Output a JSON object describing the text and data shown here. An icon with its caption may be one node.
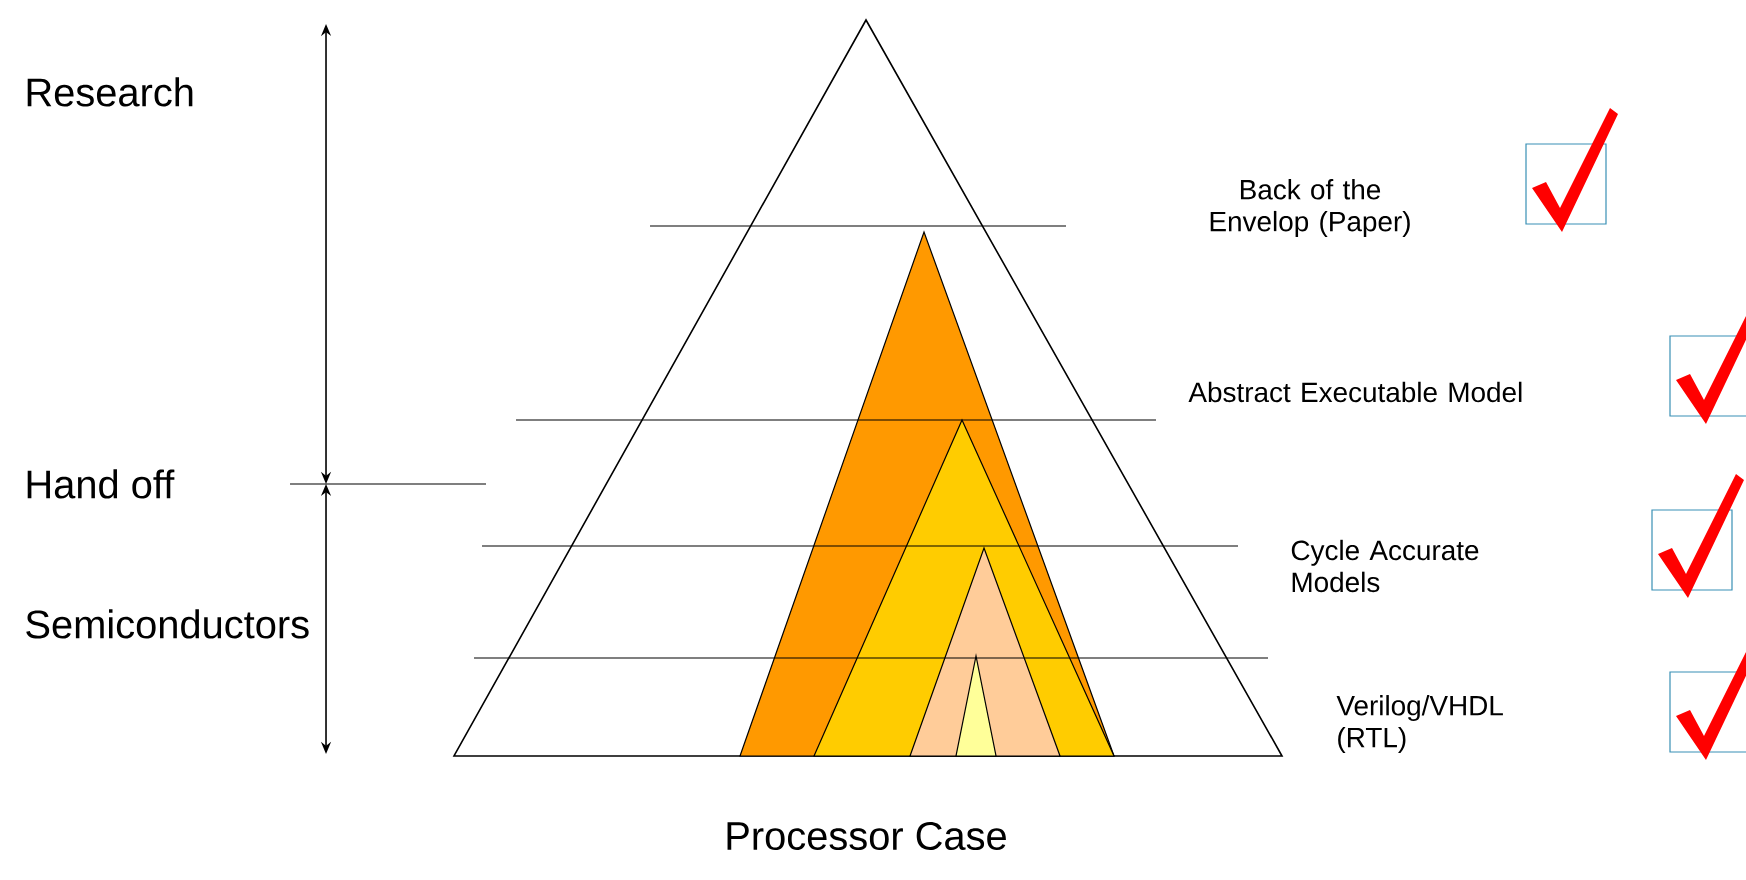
{
  "diagram": {
    "caption": "Processor Case",
    "labels": [
      "Research",
      "Back of the Envelop (Paper)",
      "Abstract Executable Model",
      "Hand off",
      "Cycle Accurate Models",
      "Semiconductors",
      "Verilog/VHDL (RTL)"
    ]
  }
}
